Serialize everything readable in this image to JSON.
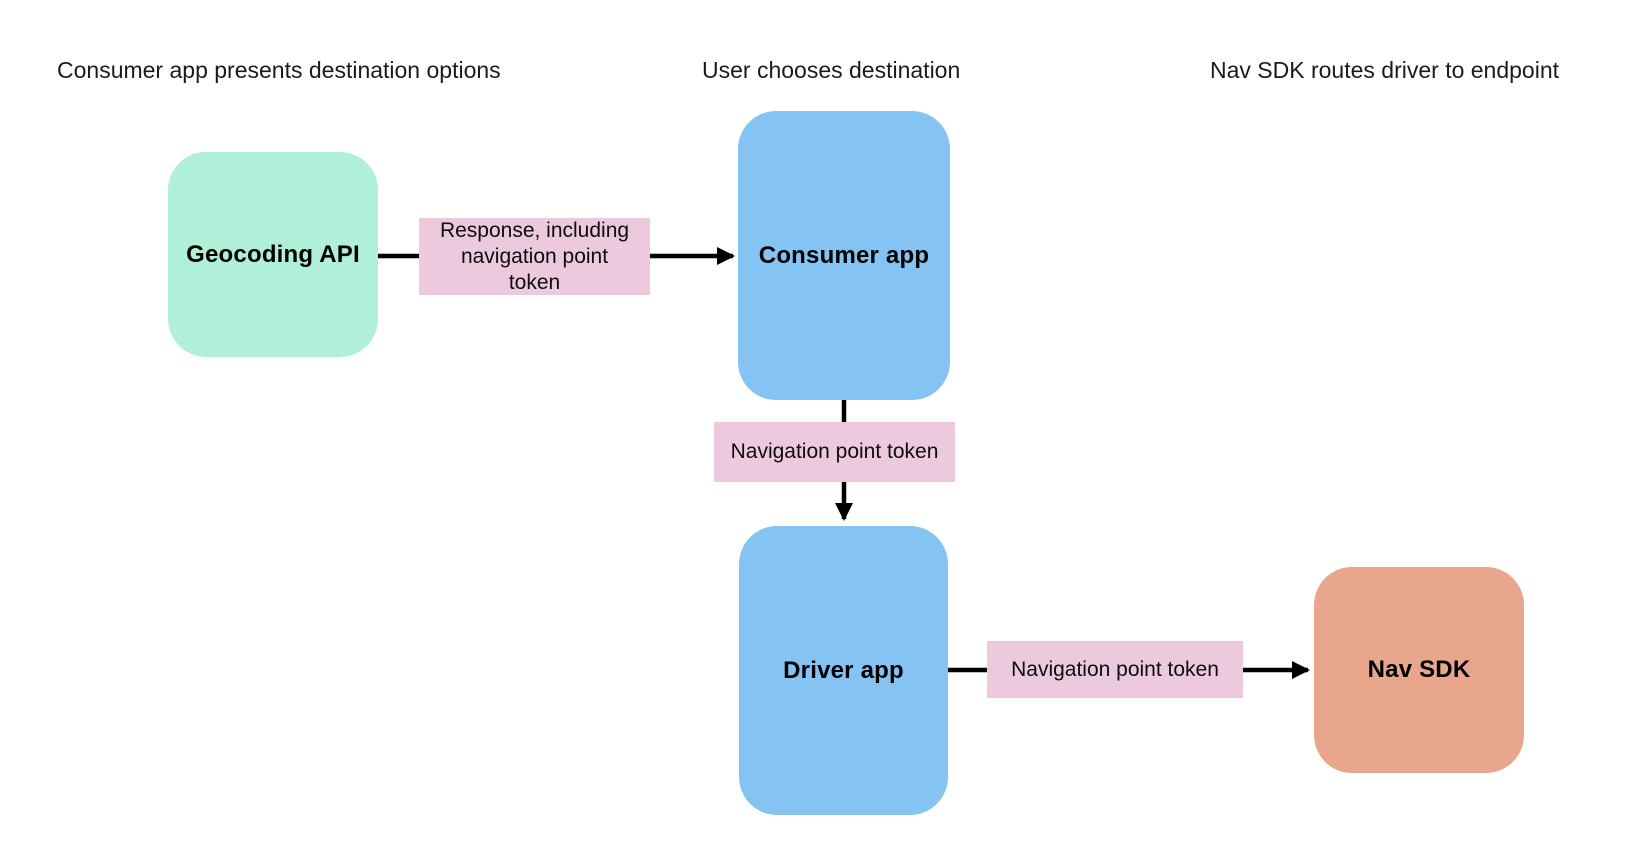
{
  "palette": {
    "background": "#ffffff",
    "node_green": "#b1f0d8",
    "node_blue": "#85c4f2",
    "node_salmon": "#e8a68c",
    "edge_label_pink": "#edc9dd",
    "arrow_color": "#000000",
    "header_text": "#1b1b1b",
    "node_text": "#000000"
  },
  "headers": [
    {
      "text": "Consumer app presents destination options"
    },
    {
      "text": "User chooses destination"
    },
    {
      "text": "Nav SDK routes driver to endpoint"
    }
  ],
  "nodes": [
    {
      "id": "geocoding-api",
      "label": "Geocoding API",
      "color": "#b1f0d8"
    },
    {
      "id": "consumer-app",
      "label": "Consumer app",
      "color": "#85c4f2"
    },
    {
      "id": "driver-app",
      "label": "Driver app",
      "color": "#85c4f2"
    },
    {
      "id": "nav-sdk",
      "label": "Nav SDK",
      "color": "#e8a68c"
    }
  ],
  "edges": [
    {
      "from": "geocoding-api",
      "to": "consumer-app",
      "label": "Response, including navigation point token",
      "label_lines": [
        "Response, including",
        "navigation point",
        "token"
      ]
    },
    {
      "from": "consumer-app",
      "to": "driver-app",
      "label": "Navigation point token"
    },
    {
      "from": "driver-app",
      "to": "nav-sdk",
      "label": "Navigation point token"
    }
  ]
}
